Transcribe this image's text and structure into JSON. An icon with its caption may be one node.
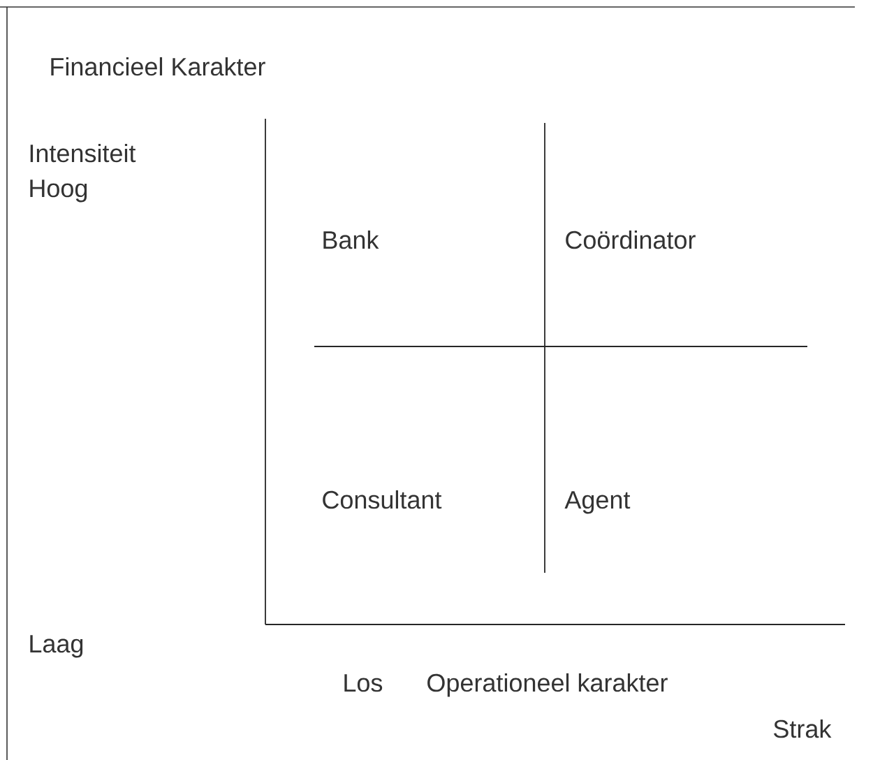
{
  "diagram": {
    "labels": [
      "Financieel Karakter",
      "Intensiteit",
      "Hoog",
      "Bank",
      "Coördinator",
      "Consultant",
      "Agent",
      "Laag",
      "Los",
      "Operationeel karakter",
      "Strak"
    ]
  }
}
